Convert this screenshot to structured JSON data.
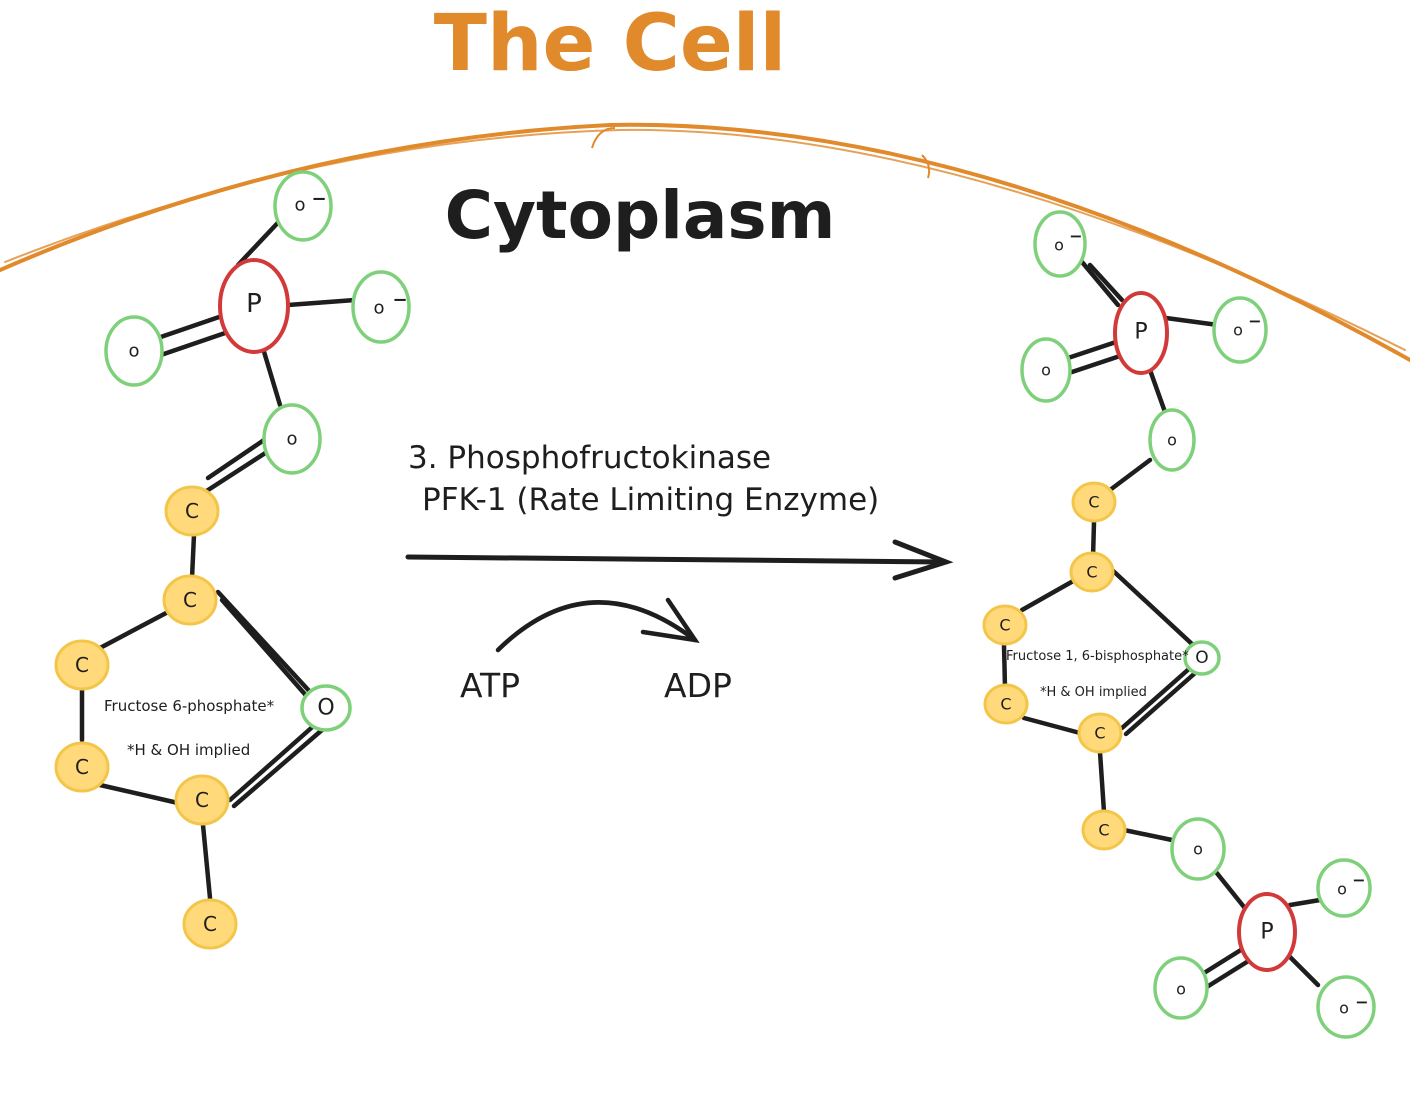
{
  "title": "The Cell",
  "region_label": "Cytoplasm",
  "reaction": {
    "step_label": "3. Phosphofructokinase",
    "enzyme_label": "PFK-1 (Rate Limiting Enzyme)",
    "reactant_cofactor": "ATP",
    "product_cofactor": "ADP"
  },
  "left_molecule": {
    "name": "Fructose 6-phosphate*",
    "note": "*H & OH implied"
  },
  "right_molecule": {
    "name": "Fructose 1, 6-bisphosphate*",
    "note": "*H & OH implied"
  },
  "atom_labels": {
    "carbon": "C",
    "oxygen": "O",
    "oxygen_small": "o",
    "oxygen_minus": "o",
    "minus": "−",
    "phosphorus": "P"
  },
  "colors": {
    "title": "#e08a2c",
    "membrane": "#e08a2c",
    "ink": "#1e1e1e",
    "carbon_fill": "#ffd97a",
    "carbon_stroke": "#f3c64a",
    "oxygen_stroke": "#7fd07a",
    "phosphorus_stroke": "#d23a3a"
  }
}
